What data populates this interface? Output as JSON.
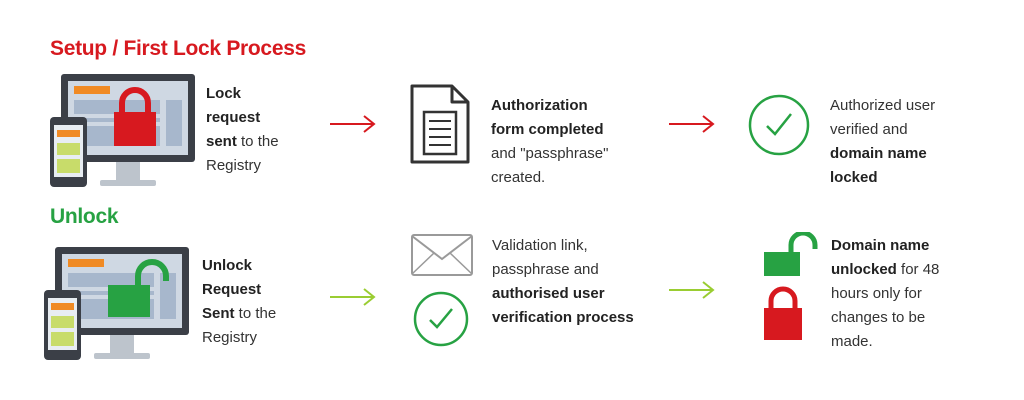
{
  "colors": {
    "red": "#d7191f",
    "green": "#27a243",
    "lime": "#9acd32",
    "dark": "#333333"
  },
  "lock_section": {
    "title": "Setup / First Lock Process",
    "step1": {
      "b1": "Lock",
      "b2": "request",
      "b3": "sent",
      "t3": " to the",
      "t4": "Registry"
    },
    "step2": {
      "b1": "Authorization",
      "b2": "form completed",
      "t3": "and \"passphrase\"",
      "t4": "created."
    },
    "step3": {
      "t1": "Authorized user",
      "t2": "verified and",
      "b3": "domain name",
      "b4": "locked"
    }
  },
  "unlock_section": {
    "title": "Unlock",
    "step1": {
      "b1": "Unlock",
      "b2": "Request",
      "b3": "Sent",
      "t3": " to the",
      "t4": "Registry"
    },
    "step2": {
      "t1": "Validation link,",
      "t2": "passphrase and",
      "b3": "authorised user",
      "b4": "verification process"
    },
    "step3": {
      "b1": "Domain name",
      "b2": "unlocked",
      "t2": " for 48",
      "t3": "hours only for",
      "t4": "changes to be",
      "t5": "made."
    }
  },
  "icons": [
    "devices-lock-icon",
    "arrow-right-icon",
    "document-icon",
    "check-circle-icon",
    "devices-unlock-icon",
    "envelope-icon",
    "padlock-open-icon",
    "padlock-closed-icon"
  ]
}
